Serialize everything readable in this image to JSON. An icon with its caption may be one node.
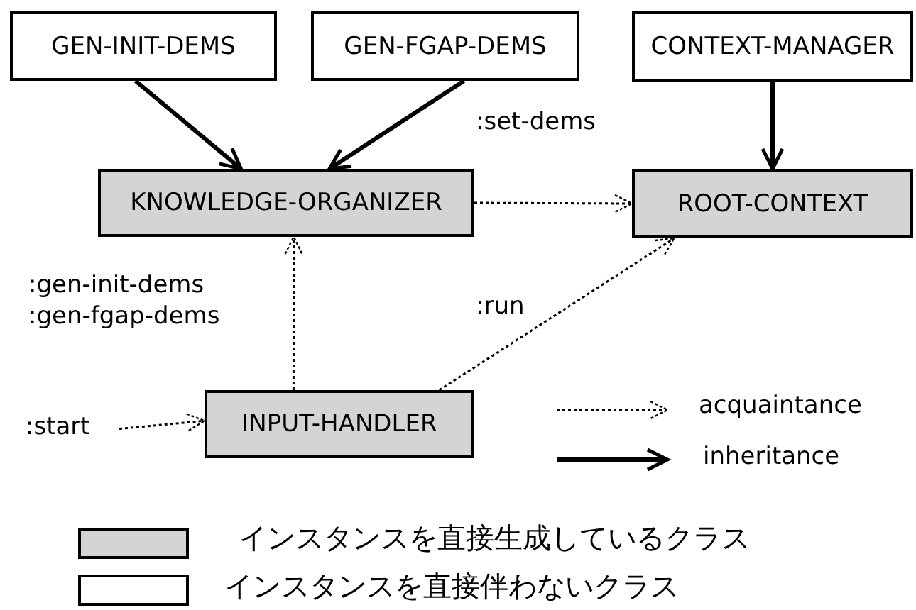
{
  "diagram": {
    "nodes": [
      {
        "text": [
          "GEN-INIT-DEMS"
        ]
      },
      {
        "text": [
          "GEN-FGAP-DEMS"
        ]
      },
      {
        "text": [
          "CONTEXT-MANAGER"
        ]
      },
      {
        "text": [
          "KNOWLEDGE-ORGANIZER"
        ]
      },
      {
        "text": [
          "ROOT-CONTEXT"
        ]
      },
      {
        "text": [
          "INPUT-HANDLER"
        ]
      },
      {
        "text": [
          ":start"
        ]
      }
    ],
    "edges": [
      {
        "from": 0,
        "to": 3,
        "arrow": "to",
        "style": "thick"
      },
      {
        "from": 1,
        "to": 3,
        "arrow": "to",
        "style": "thick"
      },
      {
        "from": 2,
        "to": 4,
        "arrow": "to",
        "style": "thick"
      },
      {
        "from": 3,
        "to": 4,
        "arrow": "to",
        "style": "dashed",
        "label": ":set-dems"
      },
      {
        "from": 5,
        "to": 3,
        "arrow": "to",
        "style": "dashed",
        "label": ":gen-init-dems :gen-fgap-dems"
      },
      {
        "from": 5,
        "to": 4,
        "arrow": "to",
        "style": "dashed",
        "label": ":run"
      },
      {
        "from": 6,
        "to": 5,
        "arrow": "to",
        "style": "dashed"
      }
    ],
    "legend": [
      {
        "text": "acquaintance"
      },
      {
        "text": "inheritance"
      },
      {
        "text": "インスタンスを直接生成しているクラス",
        "color": "#d4d4d4"
      },
      {
        "text": "インスタンスを直接伴わないクラス",
        "color": "#ffffff"
      }
    ]
  }
}
